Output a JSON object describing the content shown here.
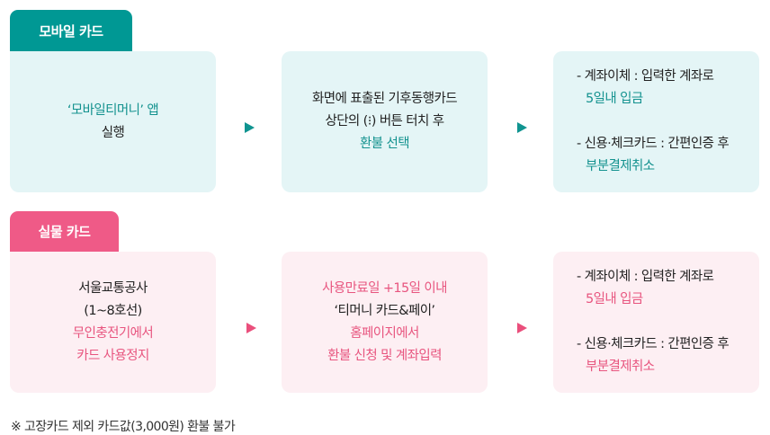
{
  "mobile": {
    "tab_label": "모바일 카드",
    "accent_color": "#009894",
    "step1": {
      "line1": "‘모바일티머니’ 앱",
      "line2": "실행"
    },
    "step2": {
      "line1": "화면에 표출된 기후동행카드",
      "line2": "상단의 (⁝) 버튼 터치 후",
      "line3": "환불 선택"
    },
    "step3": {
      "item1_main": "- 계좌이체 : 입력한 계좌로",
      "item1_sub": "5일내 입금",
      "item2_main": "- 신용·체크카드 : 간편인증 후",
      "item2_sub": "부분결제취소"
    }
  },
  "physical": {
    "tab_label": "실물 카드",
    "accent_color": "#ef5a87",
    "step1": {
      "line1": "서울교통공사",
      "line2": "(1~8호선)",
      "line3": "무인충전기에서",
      "line4": "카드 사용정지"
    },
    "step2": {
      "line1": "사용만료일 +15일 이내",
      "line2": "‘티머니 카드&페이’",
      "line3": "홈페이지에서",
      "line4": "환불 신청 및 계좌입력"
    },
    "step3": {
      "item1_main": "- 계좌이체 : 입력한 계좌로",
      "item1_sub": "5일내 입금",
      "item2_main": "- 신용·체크카드 : 간편인증 후",
      "item2_sub": "부분결제취소"
    }
  },
  "icons": {
    "step_arrow": "play-triangle-right"
  },
  "footnote": "※ 고장카드 제외 카드값(3,000원) 환불 불가"
}
